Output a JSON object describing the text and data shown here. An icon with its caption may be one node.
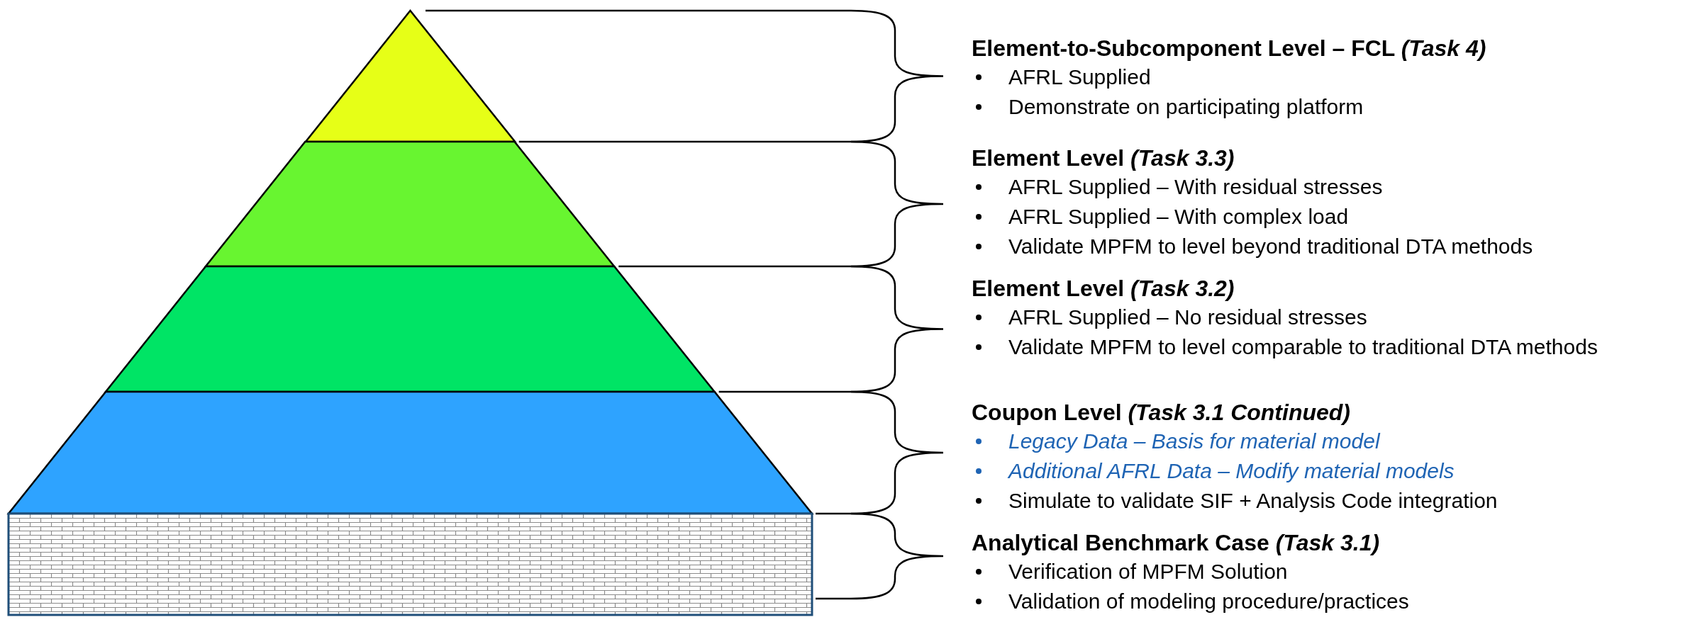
{
  "diagram": {
    "nodes": [
      {
        "text": [],
        "shape": "triangle",
        "beside": [
          "Element-to-Subcomponent Level – FCL *(Task 4)*",
          "AFRL Supplied",
          "Demonstrate on participating platform"
        ]
      },
      {
        "text": [],
        "shape": "band",
        "beside": [
          "Element Level *(Task 3.3)*",
          "AFRL Supplied – With residual stresses",
          "AFRL Supplied – With complex load",
          "Validate MPFM to level beyond traditional DTA methods"
        ]
      },
      {
        "text": [],
        "shape": "band",
        "beside": [
          "Element Level *(Task 3.2)*",
          "AFRL Supplied – No residual stresses",
          "Validate MPFM to level comparable to traditional DTA methods"
        ]
      },
      {
        "text": [],
        "shape": "band",
        "beside": [
          "Coupon Level *(Task 3.1 Continued)*",
          "Legacy Data – Basis for material model",
          "Additional AFRL Data – Modify material models",
          "Simulate to validate SIF + Analysis Code integration"
        ]
      },
      {
        "text": [],
        "shape": "box",
        "beside": [
          "Analytical Benchmark Case *(Task 3.1)*",
          "Verification of MPFM Solution",
          "Validation of modeling procedure/practices"
        ]
      }
    ]
  }
}
